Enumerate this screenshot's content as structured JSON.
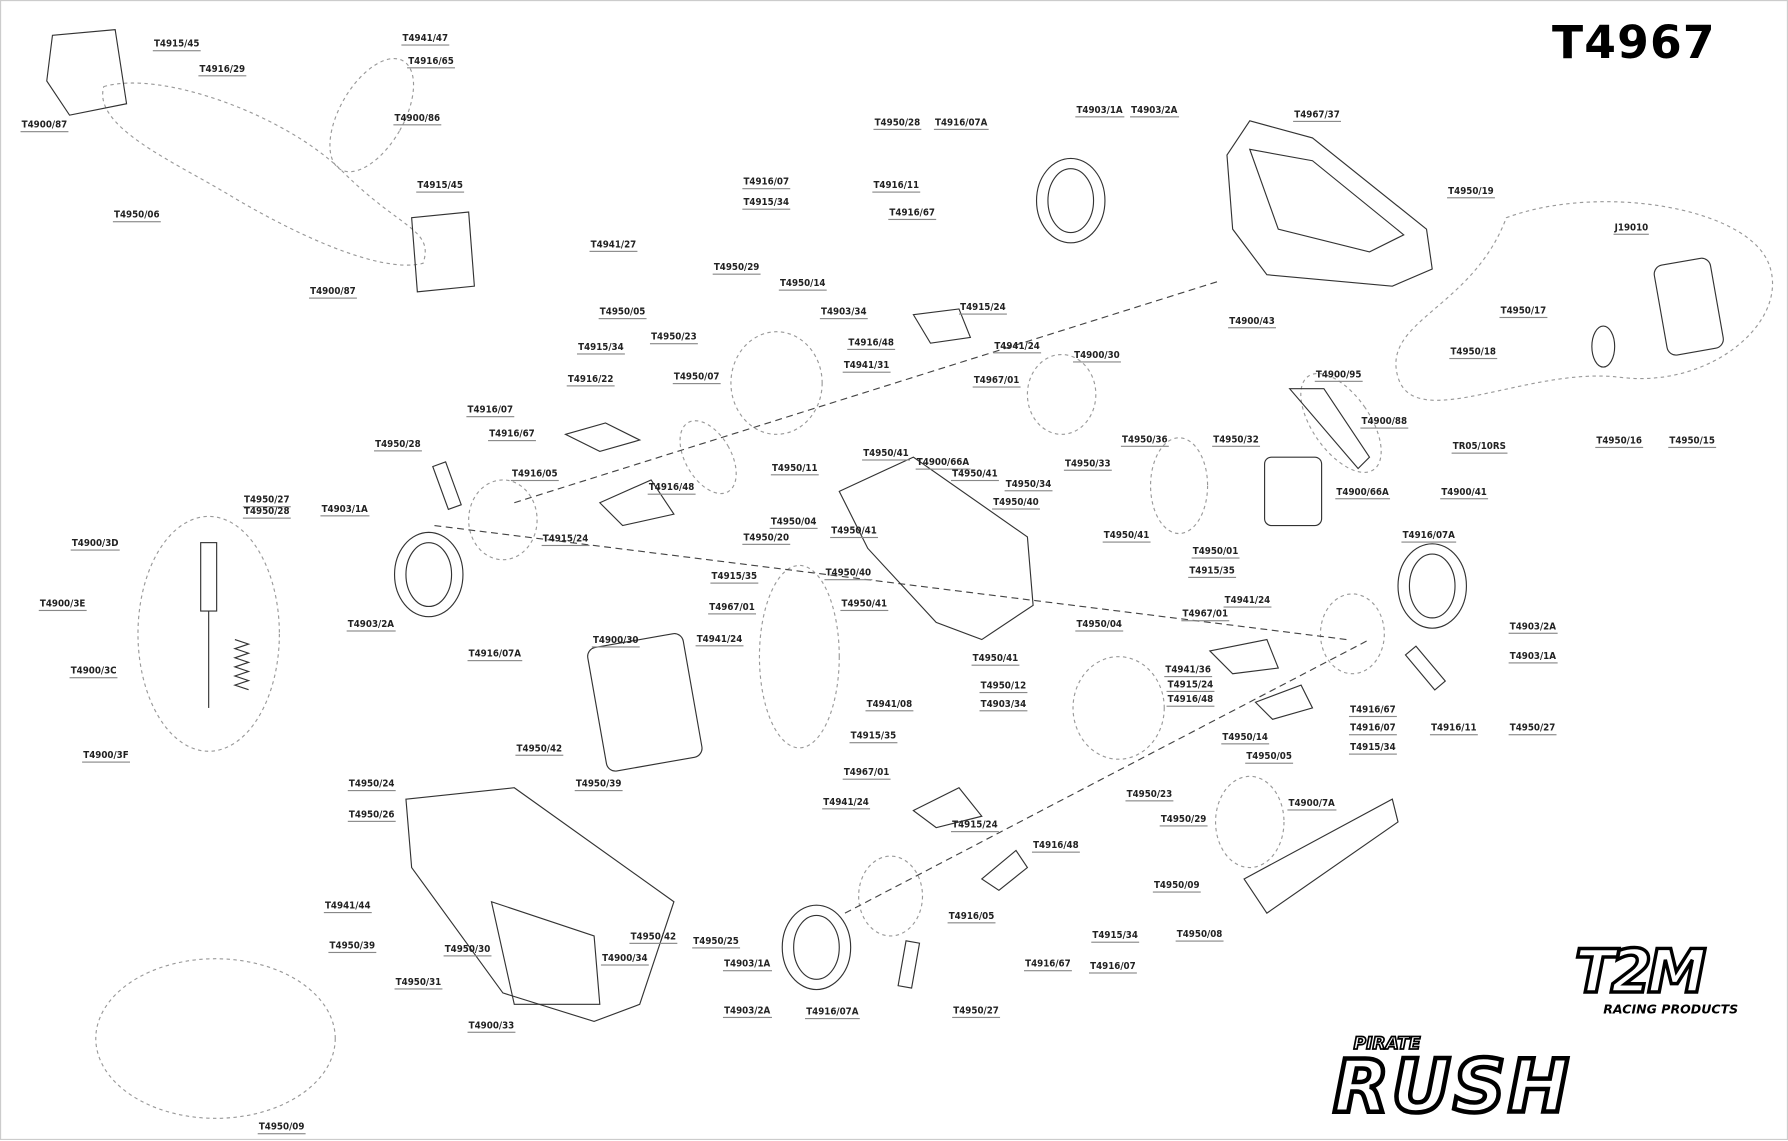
{
  "title": "T4967",
  "logo": {
    "brand": "T2M",
    "brand_sub": "RACING PRODUCTS",
    "model_top": "PIRATE",
    "model": "RUSH"
  },
  "labels": [
    "T4915/45",
    "T4916/29",
    "T4900/87",
    "T4941/47",
    "T4916/65",
    "T4900/86",
    "T4950/06",
    "T4915/45",
    "T4900/87",
    "T4950/28",
    "T4916/07A",
    "T4903/1A",
    "T4903/2A",
    "T4967/37",
    "T4916/07",
    "T4915/34",
    "T4916/11",
    "T4916/67",
    "T4941/27",
    "T4950/29",
    "T4950/14",
    "T4950/05",
    "T4950/23",
    "T4903/34",
    "T4915/24",
    "T4941/24",
    "T4916/48",
    "T4941/31",
    "T4967/01",
    "T4950/19",
    "J19010",
    "T4900/43",
    "T4900/30",
    "T4950/17",
    "T4950/18",
    "T4900/95",
    "T4900/88",
    "TR05/10RS",
    "T4950/16",
    "T4950/15",
    "T4915/34",
    "T4916/22",
    "T4950/07",
    "T4916/07",
    "T4916/67",
    "T4950/28",
    "T4916/05",
    "T4903/1A",
    "T4916/48",
    "T4915/24",
    "T4950/11",
    "T4950/41",
    "T4900/66A",
    "T4950/41",
    "T4950/40",
    "T4950/04",
    "T4950/34",
    "T4950/33",
    "T4950/36",
    "T4950/32",
    "T4900/66A",
    "T4950/01",
    "T4900/41",
    "T4950/41",
    "T4950/41",
    "T4950/20",
    "T4915/35",
    "T4967/01",
    "T4941/24",
    "T4950/40",
    "T4950/41",
    "T4903/2A",
    "T4916/07A",
    "T4900/30",
    "T4950/41",
    "T4950/04",
    "T4941/08",
    "T4950/12",
    "T4903/34",
    "T4941/36",
    "T4915/24",
    "T4916/48",
    "T4915/35",
    "T4941/24",
    "T4967/01",
    "T4916/07A",
    "T4903/2A",
    "T4903/1A",
    "T4950/27",
    "T4916/67",
    "T4916/07",
    "T4916/11",
    "T4915/34",
    "T4950/14",
    "T4950/05",
    "T4950/23",
    "T4950/29",
    "T4900/7A",
    "T4950/09",
    "T4950/08",
    "T4950/27",
    "T4950/28",
    "T4900/3D",
    "T4900/3E",
    "T4900/3C",
    "T4900/3F",
    "T4950/42",
    "T4950/24",
    "T4950/39",
    "T4950/26",
    "T4941/44",
    "T4950/39",
    "T4950/30",
    "T4950/31",
    "T4900/33",
    "T4950/42",
    "T4950/25",
    "T4900/34",
    "T4915/35",
    "T4967/01",
    "T4941/24",
    "T4915/24",
    "T4916/48",
    "T4916/05",
    "T4915/34",
    "T4916/67",
    "T4916/07",
    "T4903/1A",
    "T4903/2A",
    "T4916/07A",
    "T4950/27",
    "T4950/09"
  ]
}
